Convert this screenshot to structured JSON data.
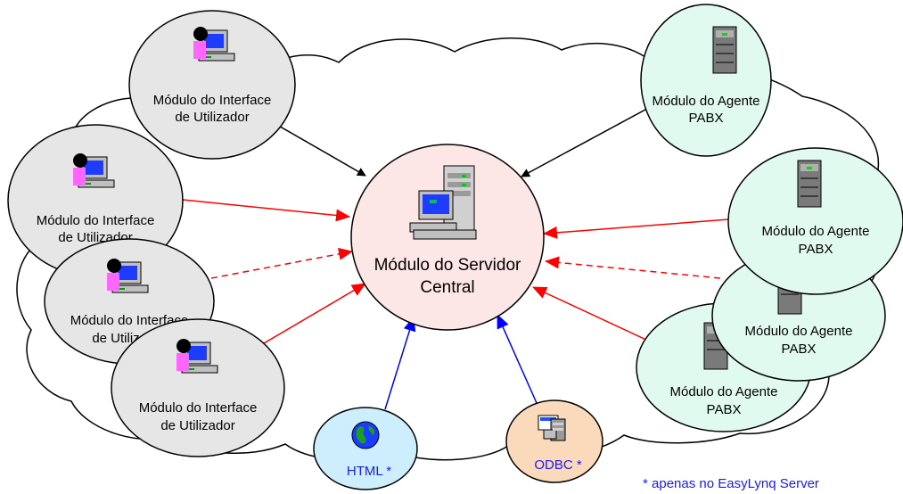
{
  "nodes": {
    "ui1": {
      "line1": "Módulo do Interface",
      "line2": "de Utilizador"
    },
    "ui2": {
      "line1": "Módulo do Interface",
      "line2": "de Utilizador"
    },
    "ui3": {
      "line1": "Módulo do Interface",
      "line2": "de Utilizador"
    },
    "ui4": {
      "line1": "Módulo do Interface",
      "line2": "de Utilizador"
    },
    "ag1": {
      "line1": "Módulo do Agente",
      "line2": "PABX"
    },
    "ag2": {
      "line1": "Módulo do Agente",
      "line2": "PABX"
    },
    "ag3": {
      "line1": "Módulo do Agente",
      "line2": "PABX"
    },
    "ag4": {
      "line1": "Módulo do Agente",
      "line2": "PABX"
    },
    "server": {
      "line1": "Módulo do Servidor",
      "line2": "Central"
    },
    "html": {
      "label": "HTML  *"
    },
    "odbc": {
      "label": "ODBC  *"
    }
  },
  "footnote": "*  apenas no EasyLynq Server",
  "icons": {
    "user": "user-workstation-icon",
    "agent": "server-tower-icon",
    "server": "central-server-icon",
    "html": "globe-icon",
    "odbc": "database-icon"
  },
  "colors": {
    "user_fill": "#e6e6e6",
    "agent_fill": "#e0faf0",
    "server_fill": "#fde6e6",
    "html_fill": "#cdeffd",
    "odbc_fill": "#fbd9bb",
    "arrow_black": "#000000",
    "arrow_red": "#ff0000",
    "arrow_blue": "#0000ff"
  }
}
